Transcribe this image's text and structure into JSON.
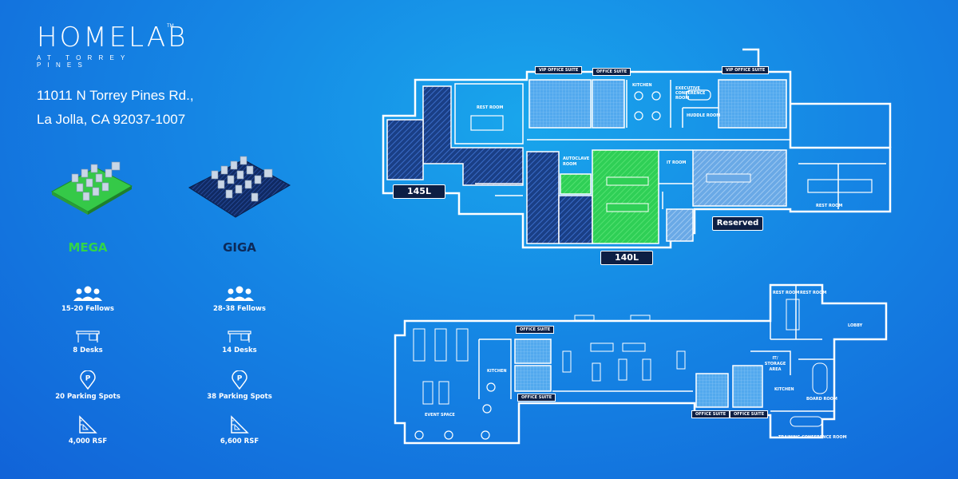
{
  "brand": {
    "name": "HOMELAB",
    "trademark": "TM",
    "subtitle": "AT TORREY PINES"
  },
  "address": {
    "line1": "11011 N Torrey Pines Rd.,",
    "line2": "La Jolla, CA 92037-1007"
  },
  "colors": {
    "mega": "#32d44a",
    "giga": "#0c2a5a",
    "background": "#1585e4"
  },
  "plans": [
    {
      "name": "MEGA",
      "fellows": "15-20 Fellows",
      "desks": "8 Desks",
      "parking": "20 Parking Spots",
      "area": "4,000 RSF"
    },
    {
      "name": "GIGA",
      "fellows": "28-38 Fellows",
      "desks": "14 Desks",
      "parking": "38 Parking Spots",
      "area": "6,600 RSF"
    }
  ],
  "icons": [
    "people-icon",
    "desk-icon",
    "parking-pin-icon",
    "set-square-icon"
  ],
  "floor_upper": {
    "badges": {
      "b145": "145L",
      "b140": "140L",
      "reserved": "Reserved"
    },
    "rooms": {
      "vip1": "VIP OFFICE SUITE",
      "office": "OFFICE SUITE",
      "vip2": "VIP OFFICE SUITE",
      "restroom": "REST ROOM",
      "kitchen": "KITCHEN",
      "exec": "EXECUTIVE CONFERENCE ROOM",
      "huddle": "HUDDLE ROOM",
      "autoclave": "AUTOCLAVE ROOM",
      "it": "IT ROOM",
      "restroom2": "REST ROOM"
    }
  },
  "floor_lower": {
    "rooms": {
      "office_top": "OFFICE SUITE",
      "office_bottom": "OFFICE SUITE",
      "kitchen": "KITCHEN",
      "event": "EVENT SPACE",
      "restroom_a": "REST ROOM",
      "restroom_b": "REST ROOM",
      "lobby": "LOBBY",
      "it_storage": "IT/ STORAGE AREA",
      "kitchen2": "KITCHEN",
      "board": "BOARD ROOM",
      "office_c": "OFFICE SUITE",
      "office_d": "OFFICE SUITE",
      "training": "TRAINING CONFERENCE ROOM"
    }
  }
}
